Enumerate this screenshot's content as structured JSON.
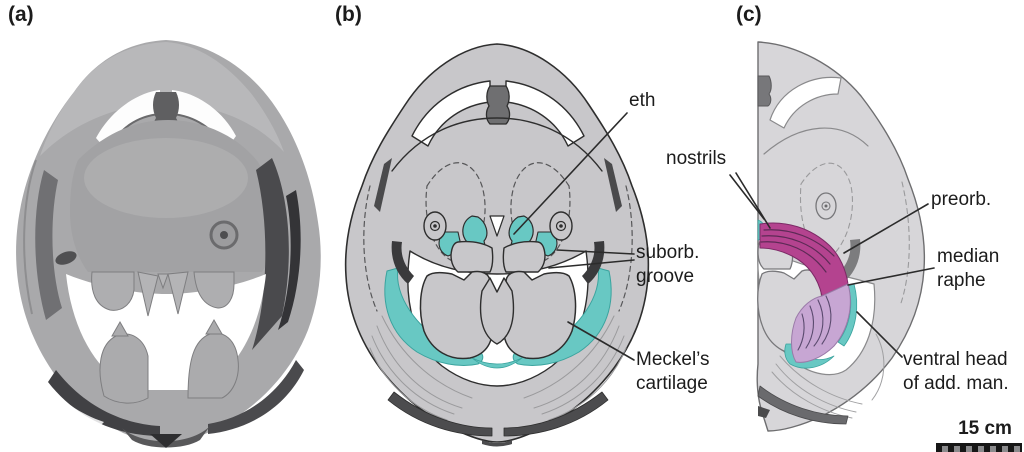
{
  "figure": {
    "panels": [
      {
        "id": "a",
        "label": "(a)"
      },
      {
        "id": "b",
        "label": "(b)"
      },
      {
        "id": "c",
        "label": "(c)"
      }
    ],
    "annotations": {
      "b": [
        {
          "id": "eth",
          "text": "eth"
        },
        {
          "id": "suborb-groove",
          "text": "suborb.\ngroove"
        },
        {
          "id": "meckels-cartilage",
          "text": "Meckel’s\ncartilage"
        }
      ],
      "c": [
        {
          "id": "nostrils",
          "text": "nostrils"
        },
        {
          "id": "preorb",
          "text": "preorb."
        },
        {
          "id": "median-raphe",
          "text": "median\nraphe"
        },
        {
          "id": "ventral-head-add-man",
          "text": "ventral head\nof add. man."
        }
      ]
    },
    "scale_bar": {
      "label": "15 cm"
    },
    "colors": {
      "cartilage_teal": "#68c8c3",
      "muscle_magenta": "#b4438f",
      "muscle_light_purple": "#c7a6d3",
      "bone_gray_drawing": "#c8c7ca",
      "bone_gray_faded": "#d7d6d9",
      "outline_dark": "#2e2e2e",
      "render_gray": "#a9a9ab"
    }
  }
}
